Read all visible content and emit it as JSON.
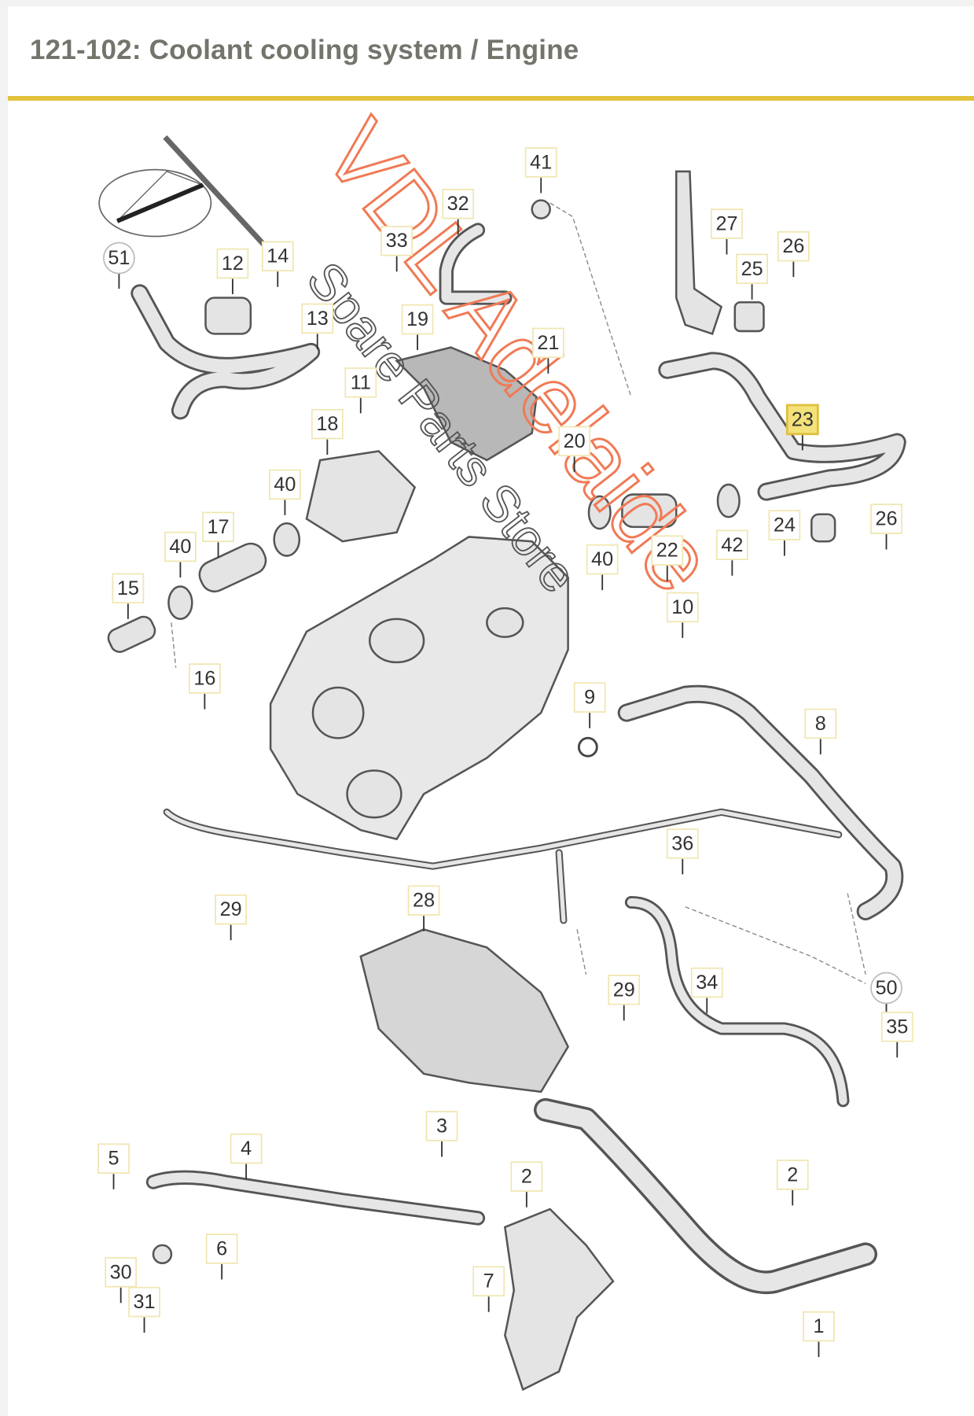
{
  "header": {
    "title": "121-102: Coolant cooling system / Engine"
  },
  "callouts": [
    "41",
    "32",
    "33",
    "27",
    "26",
    "25",
    "51",
    "12",
    "14",
    "13",
    "19",
    "21",
    "11",
    "23",
    "20",
    "18",
    "40",
    "17",
    "40",
    "15",
    "16",
    "22",
    "42",
    "40",
    "24",
    "26",
    "10",
    "9",
    "8",
    "36",
    "29",
    "28",
    "29",
    "34",
    "50",
    "35",
    "3",
    "5",
    "4",
    "2",
    "2",
    "6",
    "30",
    "31",
    "7",
    "1"
  ],
  "highlighted_callout": "23",
  "watermark": {
    "line1": "VDL Adelaide",
    "line2": "Spare Parts Store"
  },
  "colors": {
    "accent_rule": "#e2c23c",
    "highlight": "#f3e27a",
    "watermark_orange": "#f07a55",
    "watermark_grey": "#555555"
  }
}
